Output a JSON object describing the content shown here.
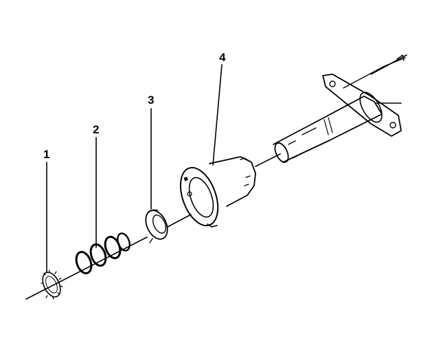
{
  "callouts": [
    {
      "id": "1",
      "label": "1"
    },
    {
      "id": "2",
      "label": "2"
    },
    {
      "id": "3",
      "label": "3"
    },
    {
      "id": "4",
      "label": "4"
    }
  ],
  "parts": [
    {
      "callout": "1",
      "name": "star-washer"
    },
    {
      "callout": "2",
      "name": "coil-spring"
    },
    {
      "callout": "3",
      "name": "retaining-ring"
    },
    {
      "callout": "4",
      "name": "housing-cup"
    },
    {
      "callout": "",
      "name": "column-shaft"
    }
  ]
}
